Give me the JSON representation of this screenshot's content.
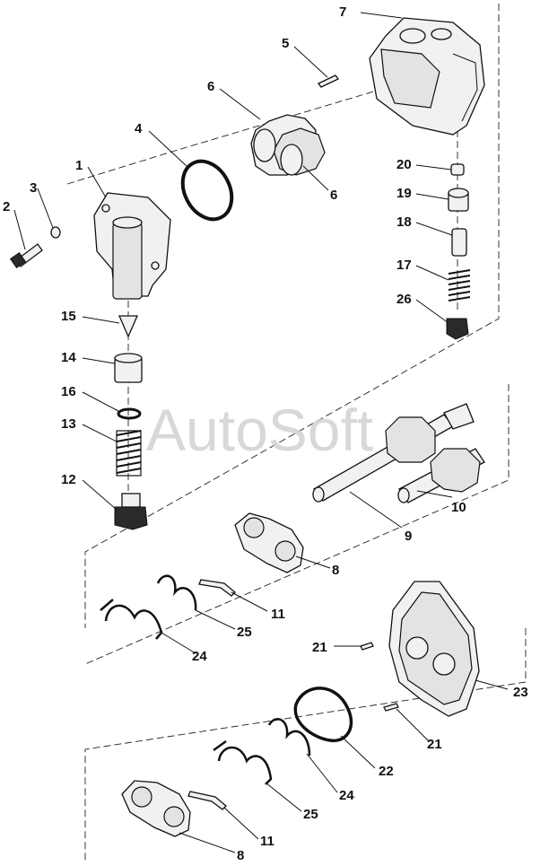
{
  "watermark": "AutoSoft",
  "callouts": {
    "c1": "1",
    "c2": "2",
    "c3": "3",
    "c4": "4",
    "c5": "5",
    "c6a": "6",
    "c6b": "6",
    "c7": "7",
    "c8a": "8",
    "c8b": "8",
    "c9": "9",
    "c10": "10",
    "c11a": "11",
    "c11b": "11",
    "c12": "12",
    "c13": "13",
    "c14": "14",
    "c15": "15",
    "c16": "16",
    "c17": "17",
    "c18": "18",
    "c19": "19",
    "c20": "20",
    "c21a": "21",
    "c21b": "21",
    "c22": "22",
    "c23": "23",
    "c24a": "24",
    "c24b": "24",
    "c25a": "25",
    "c25b": "25",
    "c26": "26"
  }
}
